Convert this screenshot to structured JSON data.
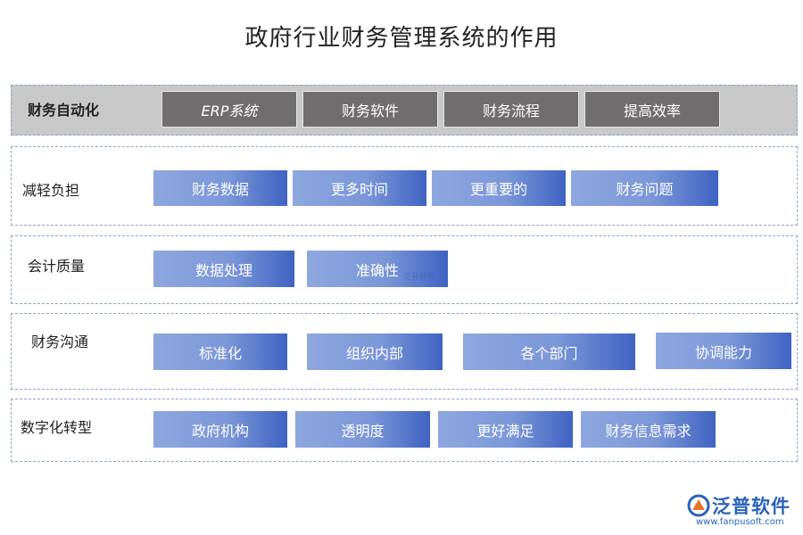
{
  "title": "政府行业财务管理系统的作用",
  "rows": [
    {
      "label": "财务自动化",
      "items": [
        "ERP系统",
        "财务软件",
        "财务流程",
        "提高效率"
      ]
    },
    {
      "label": "减轻负担",
      "items": [
        "财务数据",
        "更多时间",
        "更重要的",
        "财务问题"
      ]
    },
    {
      "label": "会计质量",
      "items": [
        "数据处理",
        "准确性"
      ]
    },
    {
      "label": "财务沟通",
      "items": [
        "标准化",
        "组织内部",
        "各个部门",
        "协调能力"
      ]
    },
    {
      "label": "数字化转型",
      "items": [
        "政府机构",
        "透明度",
        "更好满足",
        "财务信息需求"
      ]
    }
  ],
  "watermark": "泛普软件",
  "logo": {
    "name": "泛普软件",
    "url": "www.fanpusoft.com"
  },
  "colors": {
    "chip_start": "#8ea7de",
    "chip_end": "#3f63c2",
    "dark_chip": "#6f6d6d",
    "first_row_bg": "#c8c8c8",
    "border": "#8aa3cf",
    "brand": "#2a63b6"
  }
}
